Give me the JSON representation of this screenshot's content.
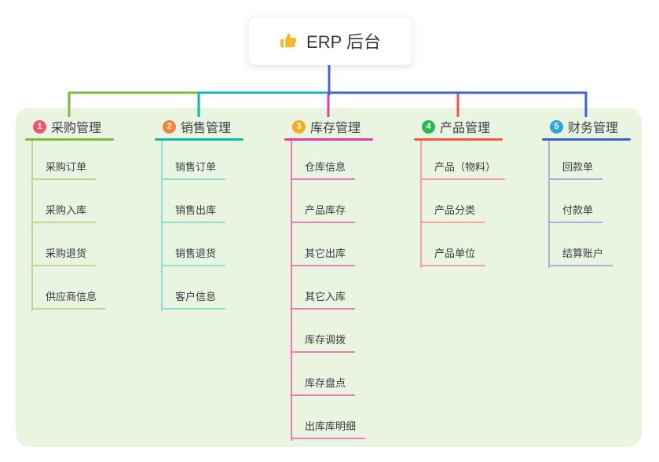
{
  "root": {
    "label": "ERP 后台",
    "icon": "thumbs-up-icon"
  },
  "colors": {
    "canvas_bg": "#ffffff",
    "panel_bg": "#e9f5e1",
    "trunk": "#4a63cf",
    "thumb_icon": "#f7b92c"
  },
  "branches": [
    {
      "index": "1",
      "label": "采购管理",
      "badge_color": "#f0556e",
      "line_color": "#7cb93e",
      "child_line_color": "#b7db92",
      "children": [
        "采购订单",
        "采购入库",
        "采购退货",
        "供应商信息"
      ]
    },
    {
      "index": "2",
      "label": "销售管理",
      "badge_color": "#f5823b",
      "line_color": "#12b7aa",
      "child_line_color": "#93dcd2",
      "children": [
        "销售订单",
        "销售出库",
        "销售退货",
        "客户信息"
      ]
    },
    {
      "index": "3",
      "label": "库存管理",
      "badge_color": "#f9ab19",
      "line_color": "#df3f9e",
      "child_line_color": "#f07ab7",
      "children": [
        "仓库信息",
        "产品库存",
        "其它出库",
        "其它入库",
        "库存调拨",
        "库存盘点",
        "出库库明细"
      ]
    },
    {
      "index": "4",
      "label": "产品管理",
      "badge_color": "#27b94e",
      "line_color": "#f2564b",
      "child_line_color": "#f8a29b",
      "children": [
        "产品（物料）",
        "产品分类",
        "产品单位"
      ]
    },
    {
      "index": "5",
      "label": "财务管理",
      "badge_color": "#2ba6df",
      "line_color": "#3f62c9",
      "child_line_color": "#a3b3dc",
      "children": [
        "回款单",
        "付款单",
        "结算账户"
      ]
    }
  ]
}
